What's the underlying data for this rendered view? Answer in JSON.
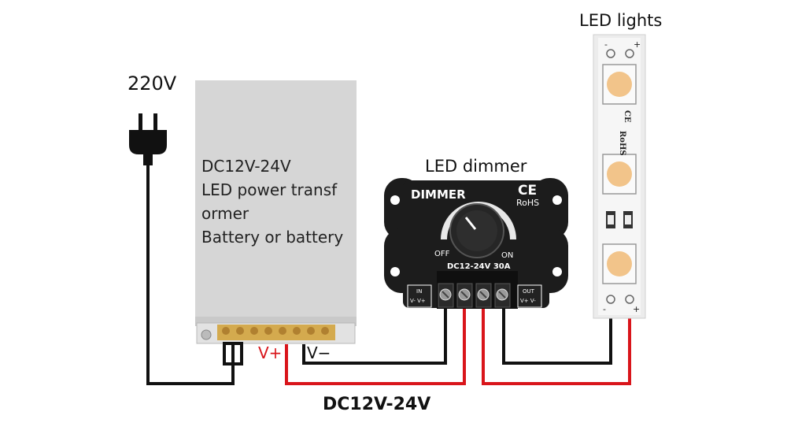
{
  "labels": {
    "voltage_in": "220V",
    "dimmer_caption": "LED dimmer",
    "led_caption": "LED lights",
    "dc_caption": "DC12V-24V",
    "v_plus": "V+",
    "v_minus": "V−"
  },
  "power_supply": {
    "lines": [
      "DC12V-24V",
      "LED power transf",
      "ormer",
      "Battery or battery"
    ],
    "body_color": "#d6d6d6"
  },
  "dimmer": {
    "title": "DIMMER",
    "ce": "CE",
    "rohs": "RoHS",
    "off": "OFF",
    "on": "ON",
    "spec": "DC12-24V  30A",
    "in": "IN",
    "out": "OUT",
    "in_polarity": "V- V+",
    "out_polarity": "V+ V-",
    "body_color": "#1c1c1c"
  },
  "strip": {
    "ce": "CE",
    "rohs": "RoHS",
    "minus": "-",
    "plus": "+",
    "led_color": "#f2c48a"
  },
  "wires": {
    "positive_color": "#d9151b",
    "negative_color": "#111111"
  }
}
